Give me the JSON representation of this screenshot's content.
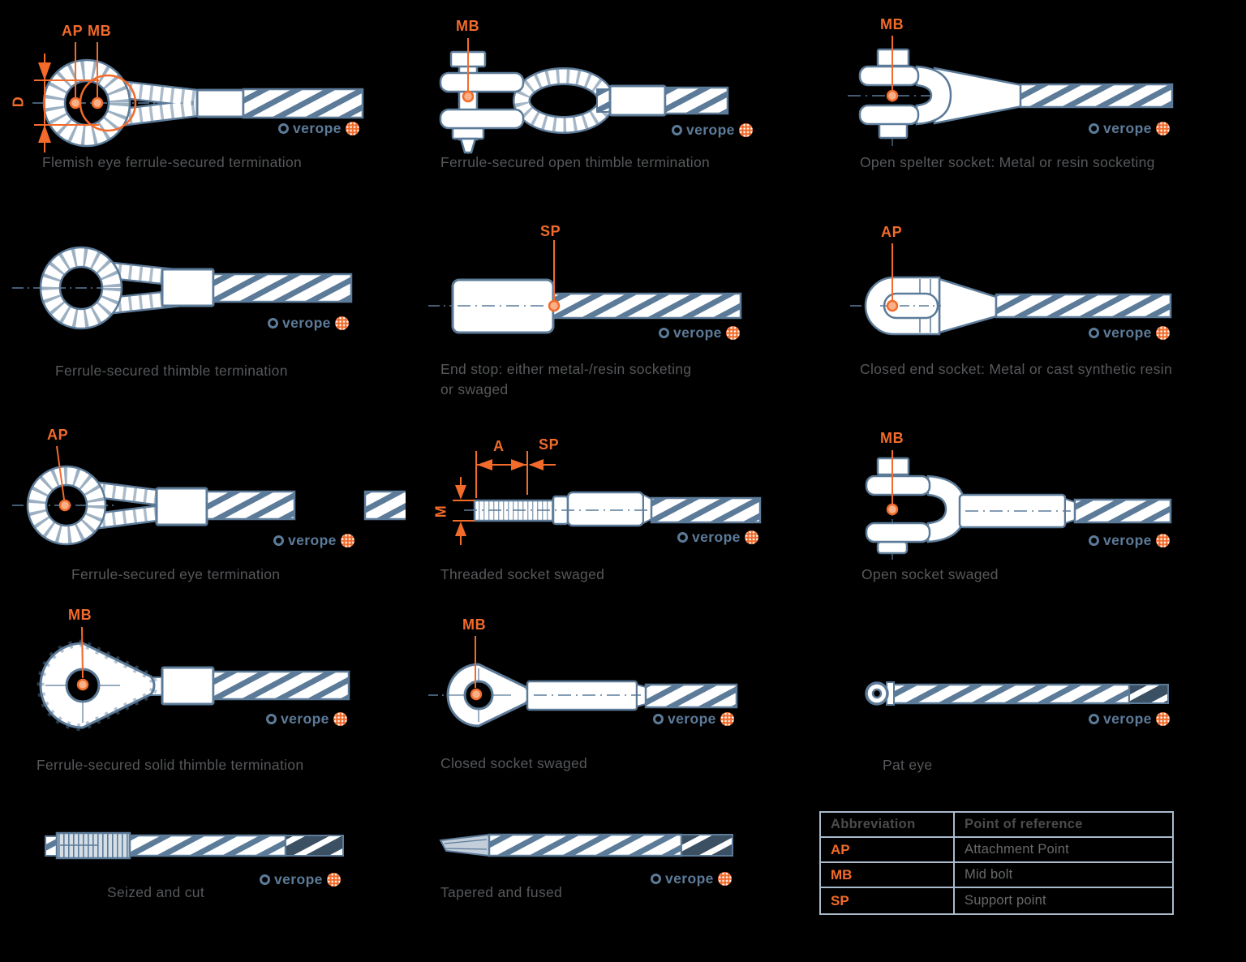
{
  "colors": {
    "background": "#000000",
    "accent_orange": "#f26b2b",
    "rope_blue": "#5c7b99",
    "rope_dark_fill": "#3c5064",
    "caption_gray": "#56585b",
    "table_border": "#a8bacb"
  },
  "logo": {
    "text": "verope"
  },
  "cells": {
    "flemish_eye": {
      "caption": "Flemish eye ferrule-secured termination",
      "label_ap": "AP",
      "label_mb": "MB",
      "label_d": "D"
    },
    "open_thimble": {
      "caption": "Ferrule-secured open thimble termination",
      "label_mb": "MB"
    },
    "open_spelter": {
      "caption": "Open spelter socket: Metal or resin socketing",
      "label_mb": "MB"
    },
    "thimble": {
      "caption": "Ferrule-secured thimble termination"
    },
    "end_stop": {
      "caption_line1": "End stop: either metal-/resin socketing",
      "caption_line2": "or swaged",
      "label_sp": "SP"
    },
    "closed_end_socket": {
      "caption": "Closed end socket: Metal or cast synthetic resin",
      "label_ap": "AP"
    },
    "eye": {
      "caption": "Ferrule-secured eye termination",
      "label_ap": "AP"
    },
    "threaded_socket": {
      "caption": "Threaded socket swaged",
      "label_a": "A",
      "label_sp": "SP",
      "label_m": "M"
    },
    "open_socket": {
      "caption": "Open socket swaged",
      "label_mb": "MB"
    },
    "solid_thimble": {
      "caption": "Ferrule-secured solid thimble termination",
      "label_mb": "MB"
    },
    "closed_socket": {
      "caption": "Closed socket swaged",
      "label_mb": "MB"
    },
    "pat_eye": {
      "caption": "Pat eye"
    },
    "seized_cut": {
      "caption": "Seized and cut"
    },
    "tapered_fused": {
      "caption": "Tapered and fused"
    }
  },
  "legend_table": {
    "headers": [
      "Abbreviation",
      "Point of reference"
    ],
    "rows": [
      {
        "abbr": "AP",
        "ref": "Attachment Point"
      },
      {
        "abbr": "MB",
        "ref": "Mid bolt"
      },
      {
        "abbr": "SP",
        "ref": "Support point"
      }
    ]
  }
}
